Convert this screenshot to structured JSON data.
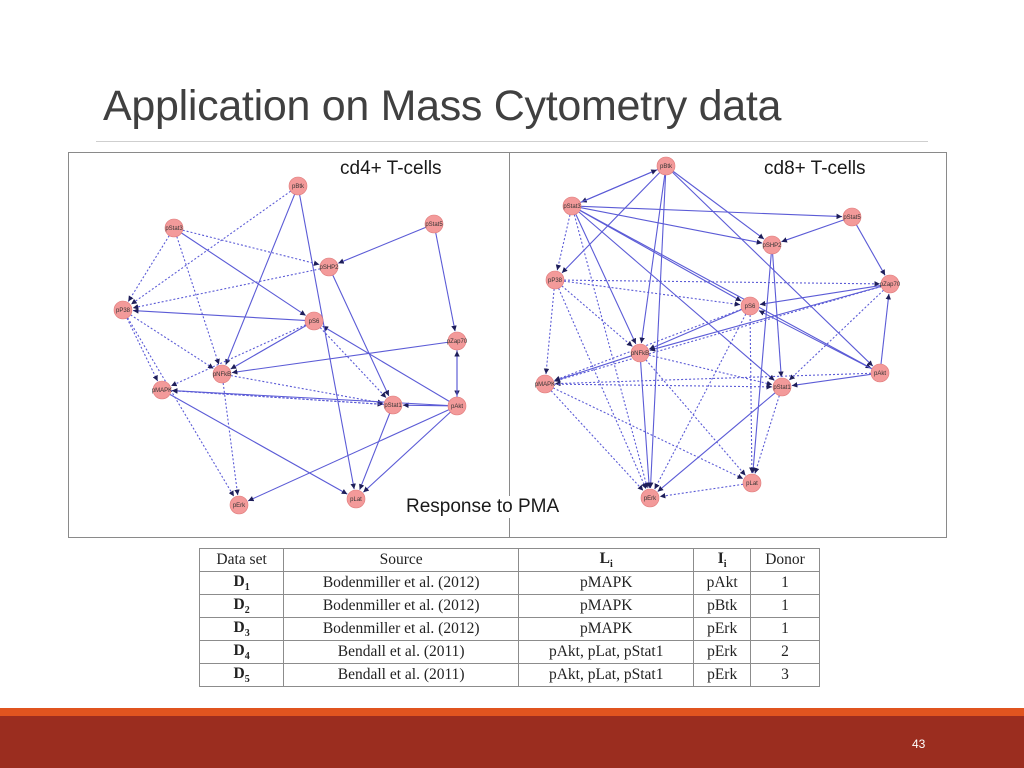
{
  "slide": {
    "title": "Application on Mass Cytometry data",
    "page_number": "43"
  },
  "figure": {
    "left_label": "cd4+ T-cells",
    "right_label": "cd8+ T-cells",
    "caption": "Response to PMA",
    "edge_color": "#5b5bd6",
    "node_color": "#f39a9a"
  },
  "cd4_graph": {
    "nodes": [
      {
        "id": "pBtk",
        "label": "pBtk"
      },
      {
        "id": "pStat3",
        "label": "pStat3"
      },
      {
        "id": "pStat5",
        "label": "pStat5"
      },
      {
        "id": "pSHP2",
        "label": "pSHP2"
      },
      {
        "id": "pP38",
        "label": "pP38"
      },
      {
        "id": "pS6",
        "label": "pS6"
      },
      {
        "id": "pZap70",
        "label": "pZap70"
      },
      {
        "id": "pNFkB",
        "label": "pNFkB"
      },
      {
        "id": "pMAPK",
        "label": "pMAPK"
      },
      {
        "id": "pStat1",
        "label": "pStat1"
      },
      {
        "id": "pAkt",
        "label": "pAkt"
      },
      {
        "id": "pErk",
        "label": "pErk"
      },
      {
        "id": "pLat",
        "label": "pLat"
      }
    ]
  },
  "cd8_graph": {
    "nodes": [
      {
        "id": "pBtk",
        "label": "pBtk"
      },
      {
        "id": "pStat3",
        "label": "pStat3"
      },
      {
        "id": "pStat5",
        "label": "pStat5"
      },
      {
        "id": "pSHP2",
        "label": "pSHP2"
      },
      {
        "id": "pP38",
        "label": "pP38"
      },
      {
        "id": "pZap70",
        "label": "pZap70"
      },
      {
        "id": "pS6",
        "label": "pS6"
      },
      {
        "id": "pNFkB",
        "label": "pNFkB"
      },
      {
        "id": "pAkt",
        "label": "pAkt"
      },
      {
        "id": "pMAPK",
        "label": "pMAPK"
      },
      {
        "id": "pStat1",
        "label": "pStat1"
      },
      {
        "id": "pLat",
        "label": "pLat"
      },
      {
        "id": "pErk",
        "label": "pErk"
      }
    ]
  },
  "table": {
    "headers": {
      "dataset": "Data set",
      "source": "Source",
      "li_main": "L",
      "li_sub": "i",
      "ii_main": "I",
      "ii_sub": "i",
      "donor": "Donor"
    },
    "rows": [
      {
        "ds_main": "D",
        "ds_sub": "1",
        "source": "Bodenmiller et al. (2012)",
        "li": "pMAPK",
        "ii": "pAkt",
        "donor": "1"
      },
      {
        "ds_main": "D",
        "ds_sub": "2",
        "source": "Bodenmiller et al. (2012)",
        "li": "pMAPK",
        "ii": "pBtk",
        "donor": "1"
      },
      {
        "ds_main": "D",
        "ds_sub": "3",
        "source": "Bodenmiller et al. (2012)",
        "li": "pMAPK",
        "ii": "pErk",
        "donor": "1"
      },
      {
        "ds_main": "D",
        "ds_sub": "4",
        "source": "Bendall et al. (2011)",
        "li": "pAkt, pLat, pStat1",
        "ii": "pErk",
        "donor": "2"
      },
      {
        "ds_main": "D",
        "ds_sub": "5",
        "source": "Bendall et al. (2011)",
        "li": "pAkt, pLat, pStat1",
        "ii": "pErk",
        "donor": "3"
      }
    ]
  }
}
